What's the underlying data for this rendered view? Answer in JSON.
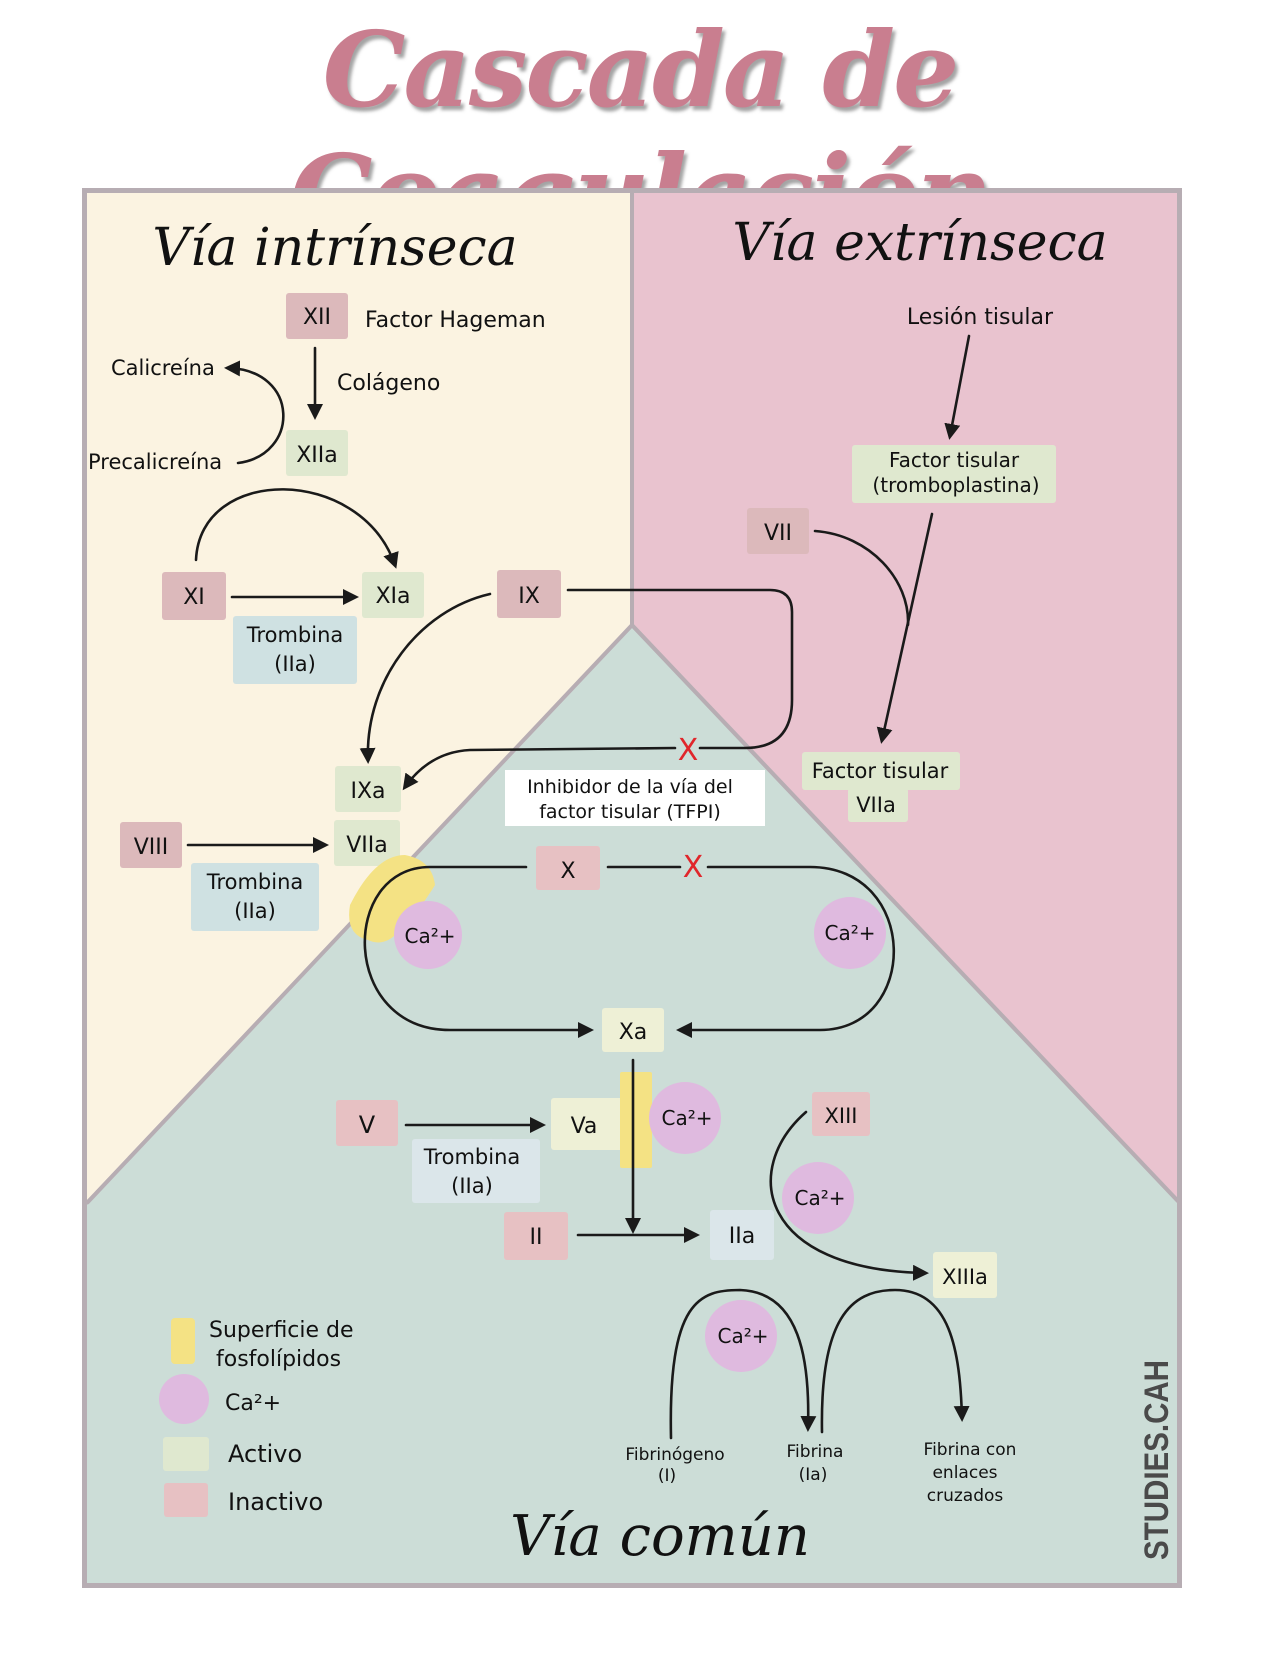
{
  "title": "Cascada de Coagulación",
  "colors": {
    "title": "#c97e8f",
    "intrinsic_bg": "#fbf3e1",
    "extrinsic_bg": "#e9c3cf",
    "common_bg": "#ccddd7",
    "frame": "#b7adb3",
    "inactive": "#dcb9bb",
    "active": "#dfe8cf",
    "thrombin": "#cfe1e2",
    "calcium": "#dfbadf",
    "phospholipid": "#f4e284",
    "inhibition": "#e0262b"
  },
  "sections": {
    "intrinsic": "Vía intrínseca",
    "extrinsic": "Vía extrínseca",
    "common": "Vía común"
  },
  "intrinsic": {
    "xii": "XII",
    "factor_hageman": "Factor Hageman",
    "colageno": "Colágeno",
    "xiia": "XIIa",
    "calicreina": "Calicreína",
    "precalicreina": "Precalicreína",
    "xi": "XI",
    "xia": "XIa",
    "ix": "IX",
    "ixa": "IXa",
    "viii": "VIII",
    "viiia": "VIIa",
    "trombina_1": [
      "Trombina",
      "(IIa)"
    ],
    "trombina_2": [
      "Trombina",
      "(IIa)"
    ]
  },
  "extrinsic": {
    "lesion": "Lesión tisular",
    "factor_tisular": [
      "Factor tisular",
      "(tromboplastina)"
    ],
    "vii": "VII",
    "ft_viia": [
      "Factor tisular",
      "VIIa"
    ]
  },
  "inhibitor": {
    "label": [
      "Inhibidor de la vía del",
      "factor tisular (TFPI)"
    ],
    "mark": "X"
  },
  "common": {
    "x": "X",
    "xa": "Xa",
    "v": "V",
    "va": "Va",
    "ii": "II",
    "iia": "IIa",
    "xiii": "XIII",
    "xiiia": "XIIIa",
    "trombina": [
      "Trombina",
      "(IIa)"
    ],
    "calcium": "Ca²+",
    "fibrinogeno": [
      "Fibrinógeno",
      "(I)"
    ],
    "fibrina": [
      "Fibrina",
      "(Ia)"
    ],
    "fibrina_enlaces": [
      "Fibrina con",
      "enlaces",
      "cruzados"
    ]
  },
  "legend": [
    {
      "label": [
        "Superficie de",
        "fosfolípidos"
      ],
      "kind": "phospholipid"
    },
    {
      "label": [
        "Ca²+"
      ],
      "kind": "calcium"
    },
    {
      "label": [
        "Activo"
      ],
      "kind": "active"
    },
    {
      "label": [
        "Inactivo"
      ],
      "kind": "inactive"
    }
  ],
  "watermark": "STUDIES.CAH"
}
